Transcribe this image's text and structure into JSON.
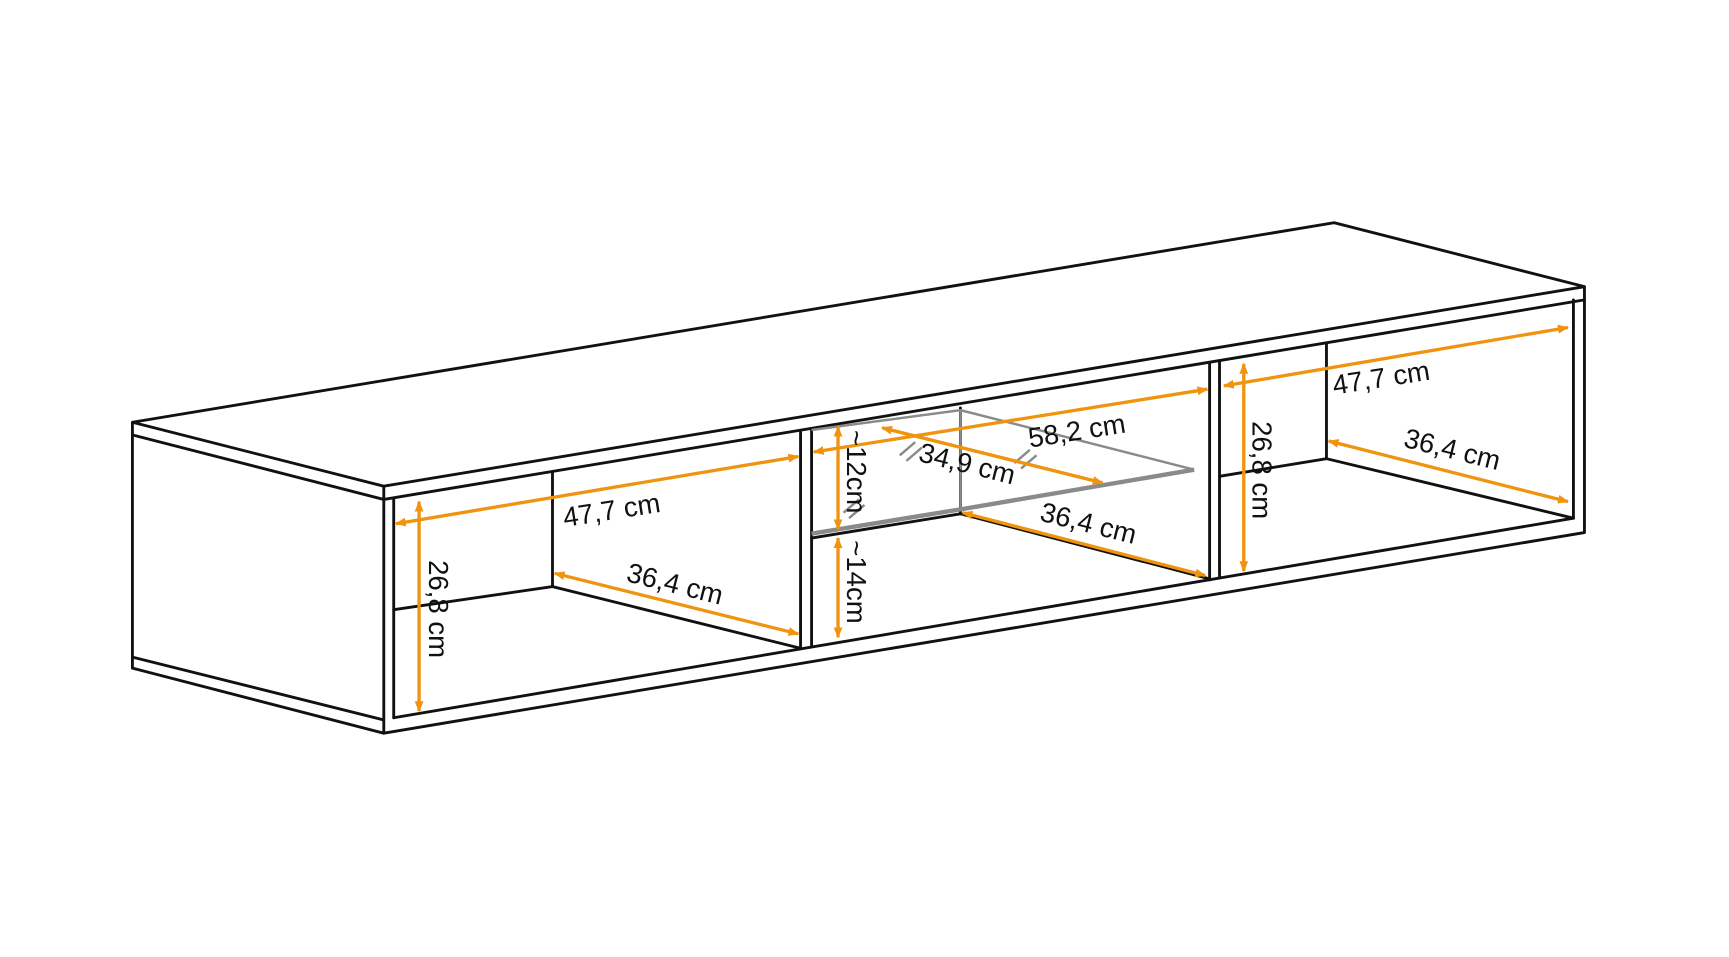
{
  "accent_color": "#f0930f",
  "labels": {
    "left_width": "47,7 cm",
    "left_depth": "36,4 cm",
    "left_height": "26,8 cm",
    "mid_width": "58,2 cm",
    "mid_glass_depth": "34,9 cm",
    "mid_depth": "36,4 cm",
    "mid_upper_height": "~12cm",
    "mid_lower_height": "~14cm",
    "right_width": "47,7 cm",
    "right_depth": "36,4 cm",
    "right_height": "26,8 cm"
  }
}
